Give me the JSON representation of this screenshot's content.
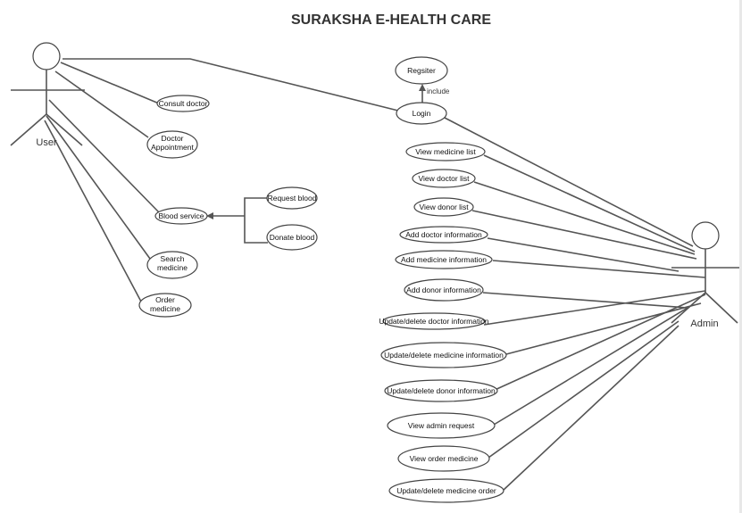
{
  "title": "SURAKSHA E-HEALTH CARE",
  "actors": {
    "user": "User",
    "admin": "Admin"
  },
  "relationship": {
    "include": "include"
  },
  "use_cases": {
    "consult_doctor": "Consult doctor",
    "doctor_appointment": [
      "Doctor",
      "Appointment"
    ],
    "blood_service": "Blood service",
    "request_blood": "Request blood",
    "donate_blood": "Donate blood",
    "search_medicine": [
      "Search",
      "medicine"
    ],
    "order_medicine": [
      "Order",
      "medicine"
    ],
    "register": "Regsiter",
    "login": "Login",
    "view_medicine_list": "View medicine list",
    "view_doctor_list": "View doctor list",
    "view_donor_list": "View donor list",
    "add_doctor_information": "Add doctor information",
    "add_medicine_information": "Add medicine information",
    "add_donor_information": "Add donor information",
    "update_delete_doctor_information": "Update/delete doctor information",
    "update_delete_medicine_information": "Update/delete medicine information",
    "update_delete_donor_information": "Update/delete donor information",
    "view_admin_request": "View admin request",
    "view_order_medicine": "View order medicine",
    "update_delete_medicine_order": "Update/delete  medicine order"
  }
}
